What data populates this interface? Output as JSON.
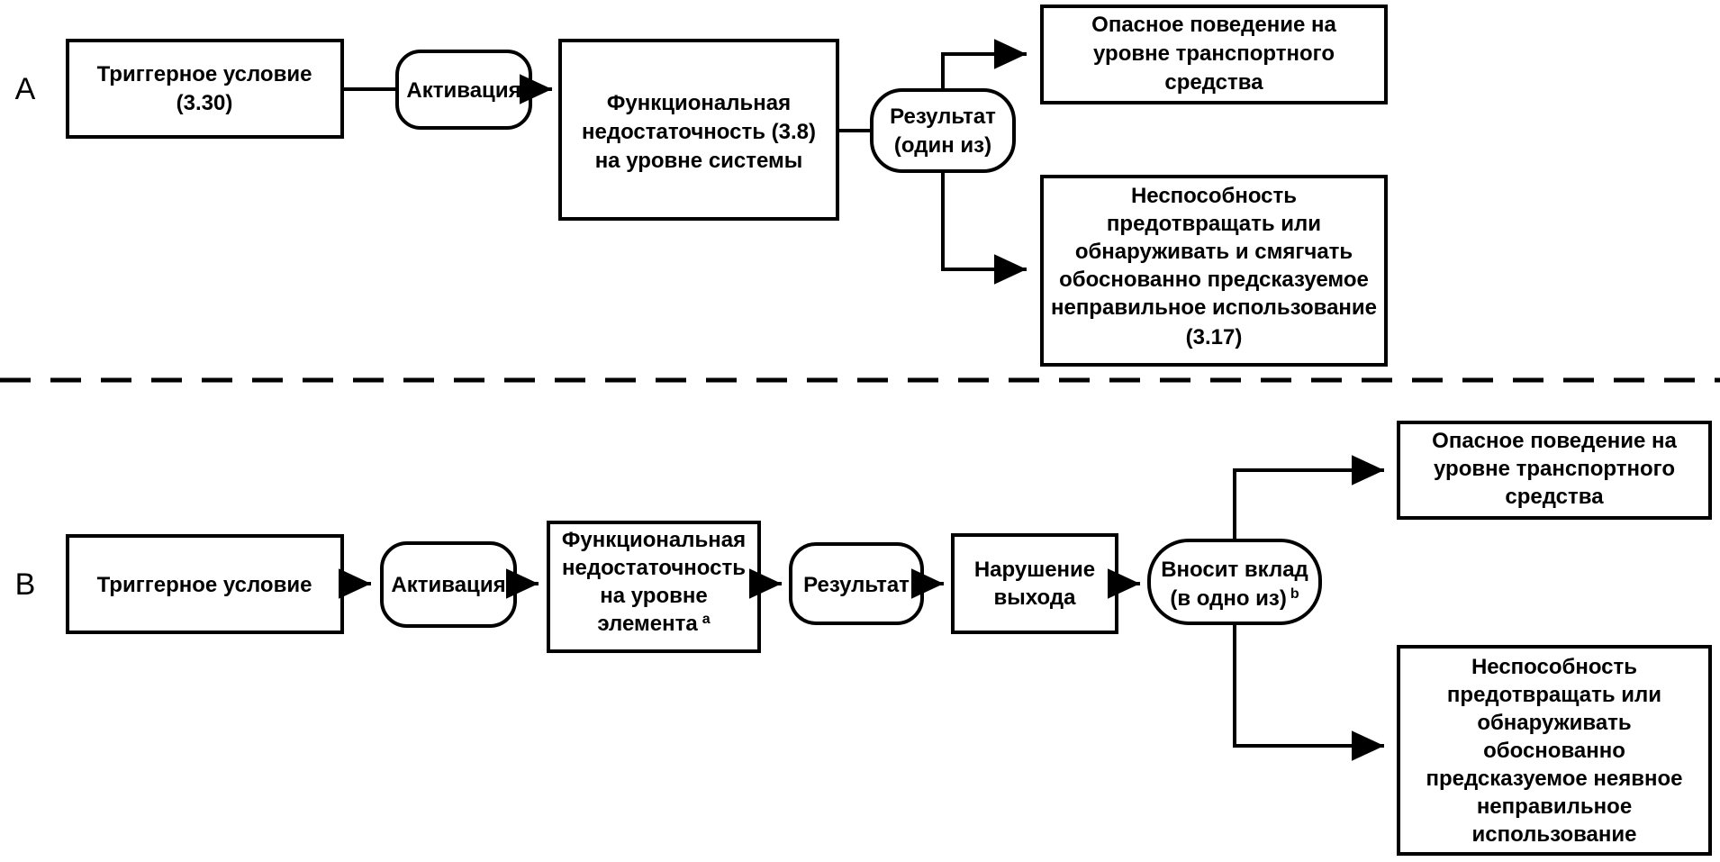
{
  "figure": {
    "background_color": "#ffffff",
    "line_color": "#000000",
    "panels": [
      {
        "id": "A",
        "letter": "A"
      },
      {
        "id": "B",
        "letter": "B"
      }
    ]
  },
  "panel_a": {
    "letter": "A",
    "trigger_box": {
      "line1": "Триггерное условие",
      "line2": "(3.30)"
    },
    "activation_node": {
      "line1": "Активация"
    },
    "functional_box": {
      "line1": "Функциональная",
      "line2": "недостаточность (3.8)",
      "line3": "на уровне системы"
    },
    "result_node": {
      "line1": "Результат",
      "line2": "(один из)"
    },
    "outcome_top": {
      "line1": "Опасное поведение на",
      "line2": "уровне транспортного",
      "line3": "средства"
    },
    "outcome_bottom": {
      "line1": "Неспособность",
      "line2": "предотвращать или",
      "line3": "обнаруживать и смягчать",
      "line4": "обоснованно предсказуемое",
      "line5": "неправильное использование",
      "line6": "(3.17)"
    }
  },
  "panel_b": {
    "letter": "B",
    "trigger_box": {
      "line1": "Триггерное условие"
    },
    "activation_node": {
      "line1": "Активация"
    },
    "functional_box": {
      "line1": "Функциональная",
      "line2": "недостаточность",
      "line3": "на уровне",
      "line4": "элемента",
      "superscript": "a"
    },
    "result_node": {
      "line1": "Результат"
    },
    "output_fault_box": {
      "line1": "Нарушение",
      "line2": "выхода"
    },
    "contributes_node": {
      "line1": "Вносит вклад",
      "line2": "(в одно из)",
      "superscript": "b"
    },
    "outcome_top": {
      "line1": "Опасное поведение на",
      "line2": "уровне транспортного",
      "line3": "средства"
    },
    "outcome_bottom": {
      "line1": "Неспособность",
      "line2": "предотвращать или",
      "line3": "обнаруживать",
      "line4": "обоснованно",
      "line5": "предсказуемое неявное",
      "line6": "неправильное",
      "line7": "использование"
    }
  }
}
